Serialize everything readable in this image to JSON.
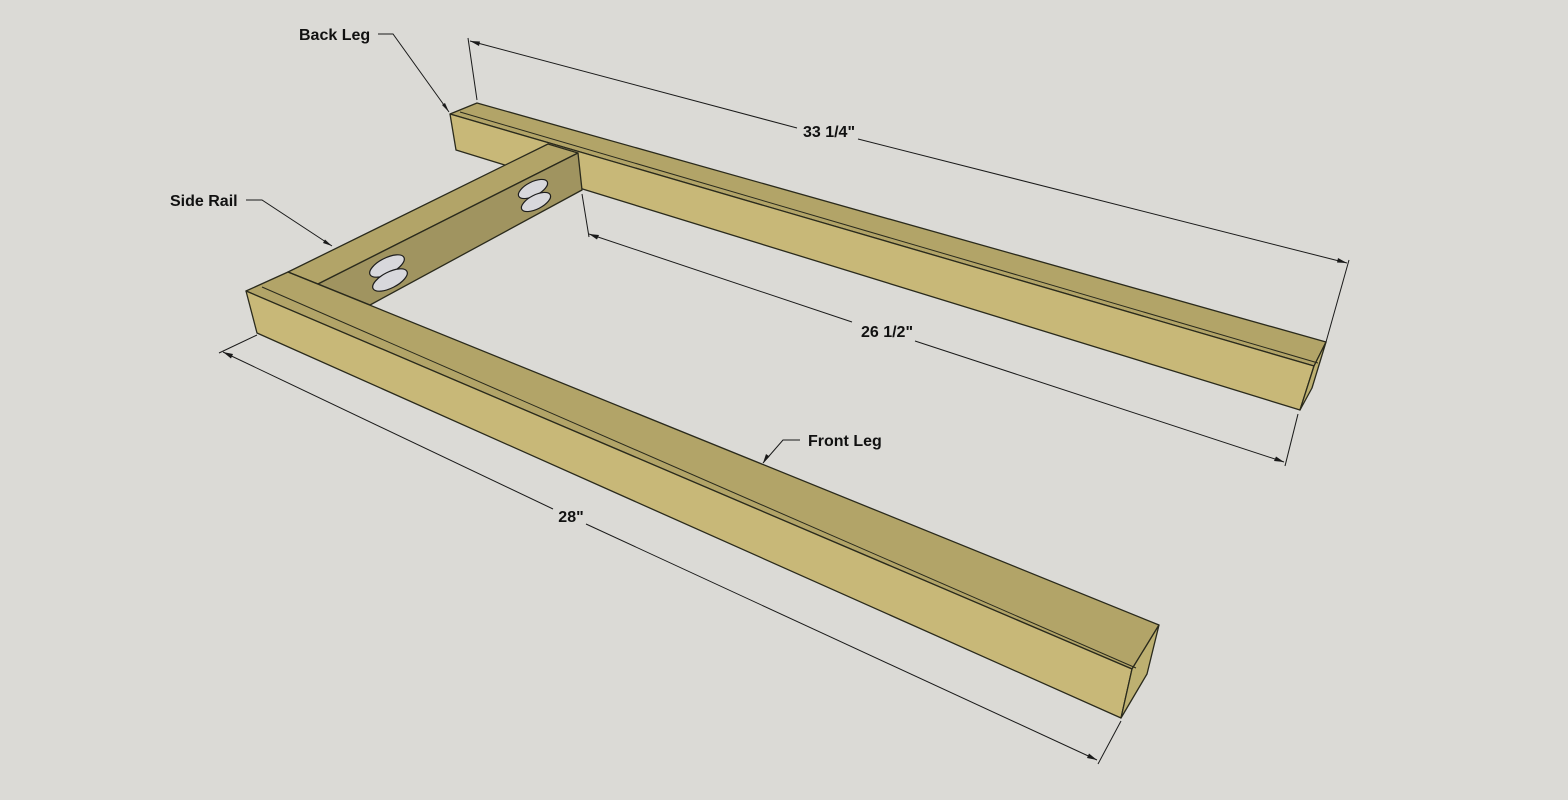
{
  "colors": {
    "background": "#dbdad6",
    "wood_light": "#c8b878",
    "wood_top": "#b2a468",
    "wood_shadow": "#a09460",
    "wood_end": "#bdb071",
    "pocket_hole": "#d8d8dc",
    "line": "#1a1a1a"
  },
  "labels": {
    "back_leg": "Back Leg",
    "side_rail": "Side Rail",
    "front_leg": "Front Leg"
  },
  "dimensions": {
    "back_leg_length": "33 1/4\"",
    "side_rail_span": "26 1/2\"",
    "front_leg_length": "28\""
  }
}
